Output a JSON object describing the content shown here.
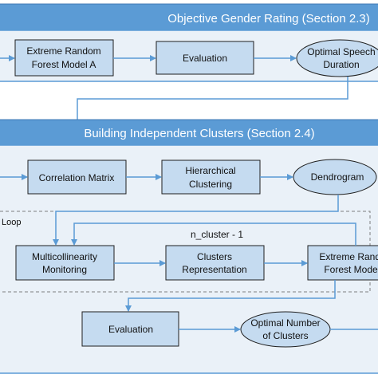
{
  "colors": {
    "band_fill": "#5b9bd5",
    "panel_fill": "#eaf1f8",
    "node_fill": "#c5dbf0",
    "node_stroke": "#1f1f1f",
    "arrow": "#5b9bd5",
    "dash": "#7f7f7f"
  },
  "sections": {
    "gender_rating": {
      "title": "Objective Gender Rating (Section 2.3)"
    },
    "clusters": {
      "title": "Building Independent Clusters (Section 2.4)"
    }
  },
  "nodes": {
    "erf_a": {
      "line1": "Extreme Random",
      "line2": "Forest Model A"
    },
    "evaluation_1": {
      "label": "Evaluation"
    },
    "optimal_speech": {
      "line1": "Optimal Speech",
      "line2": "Duration"
    },
    "correlation_matrix": {
      "label": "Correlation Matrix"
    },
    "hierarchical": {
      "line1": "Hierarchical",
      "line2": "Clustering"
    },
    "dendrogram": {
      "label": "Dendrogram"
    },
    "multicollinearity": {
      "line1": "Multicollinearity",
      "line2": "Monitoring"
    },
    "clusters_repr": {
      "line1": "Clusters",
      "line2": "Representation"
    },
    "erf_s": {
      "line1": "Extreme Random",
      "line2": "Forest Model S"
    },
    "evaluation_2": {
      "label": "Evaluation"
    },
    "optimal_clusters": {
      "line1": "Optimal Number",
      "line2": "of Clusters"
    }
  },
  "labels": {
    "loop": "Loop",
    "n_cluster": "n_cluster - 1"
  }
}
